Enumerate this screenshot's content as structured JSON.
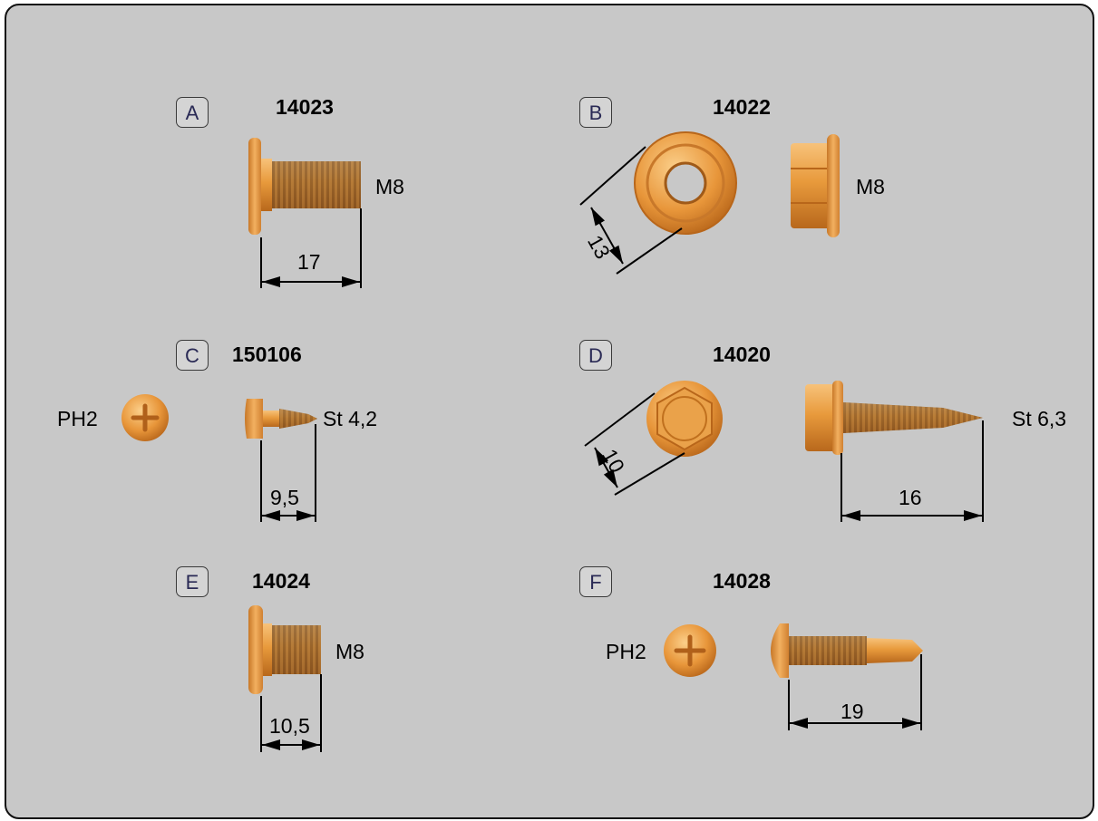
{
  "colors": {
    "background": "#c8c8c8",
    "part": "#e89a3c",
    "part_dark": "#b8681c",
    "thread": "#8a5a2a"
  },
  "items": [
    {
      "letter": "A",
      "part_no": "14023",
      "spec": "M8",
      "dimension": "17"
    },
    {
      "letter": "B",
      "part_no": "14022",
      "spec": "M8",
      "dimension": "13"
    },
    {
      "letter": "C",
      "part_no": "150106",
      "spec": "St 4,2",
      "dimension": "9,5",
      "drive": "PH2"
    },
    {
      "letter": "D",
      "part_no": "14020",
      "spec": "St 6,3",
      "dimension": "16",
      "dimension2": "10"
    },
    {
      "letter": "E",
      "part_no": "14024",
      "spec": "M8",
      "dimension": "10,5"
    },
    {
      "letter": "F",
      "part_no": "14028",
      "dimension": "19",
      "drive": "PH2"
    }
  ]
}
